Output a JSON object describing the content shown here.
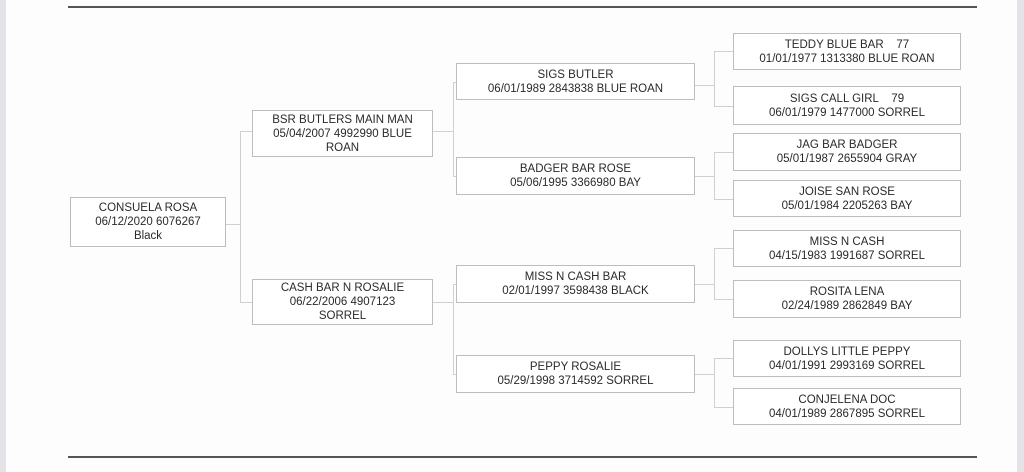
{
  "pedigree": {
    "subject": {
      "name": "CONSUELA ROSA",
      "details": "06/12/2020 6076267",
      "color": "Black"
    },
    "sire": {
      "name": "BSR BUTLERS MAIN MAN",
      "details": "05/04/2007 4992990 BLUE",
      "color": "ROAN"
    },
    "dam": {
      "name": "CASH BAR N ROSALIE",
      "details": "06/22/2006 4907123",
      "color": "SORREL"
    },
    "sire_sire": {
      "name": "SIGS BUTLER",
      "details": "06/01/1989 2843838 BLUE ROAN"
    },
    "sire_dam": {
      "name": "BADGER BAR ROSE",
      "details": "05/06/1995 3366980 BAY"
    },
    "dam_sire": {
      "name": "MISS N CASH BAR",
      "details": "02/01/1997 3598438 BLACK"
    },
    "dam_dam": {
      "name": "PEPPY ROSALIE",
      "details": "05/29/1998 3714592 SORREL"
    },
    "ss_sire": {
      "name": "TEDDY BLUE BAR    77",
      "details": "01/01/1977 1313380 BLUE ROAN"
    },
    "ss_dam": {
      "name": "SIGS CALL GIRL    79",
      "details": "06/01/1979 1477000 SORREL"
    },
    "sd_sire": {
      "name": "JAG BAR BADGER",
      "details": "05/01/1987 2655904 GRAY"
    },
    "sd_dam": {
      "name": "JOISE SAN ROSE",
      "details": "05/01/1984 2205263 BAY"
    },
    "ds_sire": {
      "name": "MISS N CASH",
      "details": "04/15/1983 1991687 SORREL"
    },
    "ds_dam": {
      "name": "ROSITA LENA",
      "details": "02/24/1989 2862849 BAY"
    },
    "dd_sire": {
      "name": "DOLLYS LITTLE PEPPY",
      "details": "04/01/1991 2993169 SORREL"
    },
    "dd_dam": {
      "name": "CONJELENA DOC",
      "details": "04/01/1989 2867895 SORREL"
    }
  }
}
